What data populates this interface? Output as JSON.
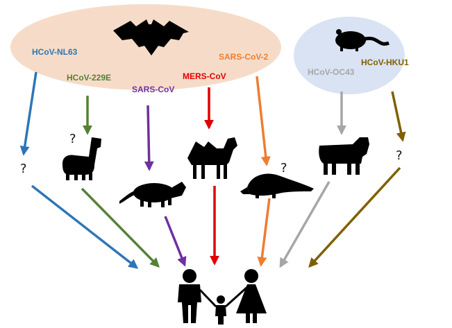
{
  "groups": {
    "bat": {
      "fill": "#f6dcc8",
      "icon": "bat-icon"
    },
    "rodent": {
      "fill": "#dae3f3",
      "icon": "rodent-icon"
    }
  },
  "viruses": [
    {
      "key": "nl63",
      "label": "HCoV-NL63",
      "color": "#2e75b6"
    },
    {
      "key": "229e",
      "label": "HCoV-229E",
      "color": "#548235"
    },
    {
      "key": "sars",
      "label": "SARS-CoV",
      "color": "#7030a0"
    },
    {
      "key": "mers",
      "label": "MERS-CoV",
      "color": "#e00000"
    },
    {
      "key": "sars2",
      "label": "SARS-CoV-2",
      "color": "#ed7d31"
    },
    {
      "key": "oc43",
      "label": "HCoV-OC43",
      "color": "#a6a6a6"
    },
    {
      "key": "hku1",
      "label": "HCoV-HKU1",
      "color": "#7f6000"
    }
  ],
  "intermediate_hosts": [
    {
      "key": "nl63",
      "icon": "unknown-host",
      "unknown_mark": "?"
    },
    {
      "key": "229e",
      "icon": "alpaca-icon",
      "unknown_mark": "?"
    },
    {
      "key": "sars",
      "icon": "civet-icon"
    },
    {
      "key": "mers",
      "icon": "camel-icon"
    },
    {
      "key": "sars2",
      "icon": "pangolin-icon",
      "unknown_mark": "?"
    },
    {
      "key": "oc43",
      "icon": "cattle-icon"
    },
    {
      "key": "hku1",
      "icon": "unknown-host",
      "unknown_mark": "?"
    }
  ],
  "final_host": {
    "icon": "human-family-icon"
  }
}
